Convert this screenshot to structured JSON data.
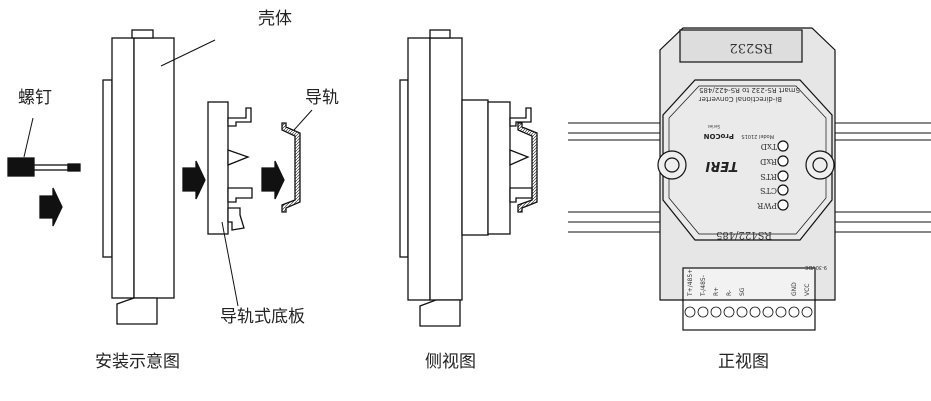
{
  "labels": {
    "housing": "壳体",
    "screw": "螺钉",
    "rail": "导轨",
    "rail_base": "导轨式底板",
    "install_caption": "安装示意图",
    "side_caption": "侧视图",
    "front_caption": "正视图"
  },
  "device": {
    "top_port": "RS232",
    "line2": "Bi-directional Converter",
    "line1": "Smart RS-232 to RS-422/485",
    "series": "Series",
    "brand": "ProCON",
    "model": "Model 2101S",
    "leds": [
      "TxD",
      "RxD",
      "RTS",
      "CTS",
      "PWR"
    ],
    "logo": "TERI",
    "bottom_port": "RS422/485",
    "terminals": [
      "T+/485+",
      "T-/485-",
      "R+",
      "R-",
      "SG",
      "GND",
      "VCC"
    ],
    "power": "9-30VDC"
  }
}
